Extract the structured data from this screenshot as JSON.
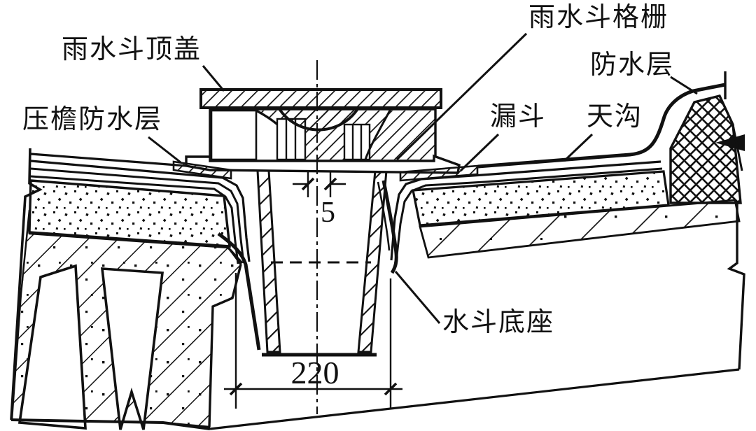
{
  "figure": {
    "type": "architectural-section-detail",
    "subject": "roof rainwater hopper construction detail",
    "labels": {
      "cover": "雨水斗顶盖",
      "grille": "雨水斗格栅",
      "waterproof": "防水层",
      "eave_waterproof": "压檐防水层",
      "funnel": "漏斗",
      "gutter": "天沟",
      "base": "水斗底座"
    },
    "dimensions": {
      "throat_gap": "5",
      "opening_width": "220"
    },
    "colors": {
      "ink": "#111111",
      "paper": "#ffffff"
    }
  }
}
